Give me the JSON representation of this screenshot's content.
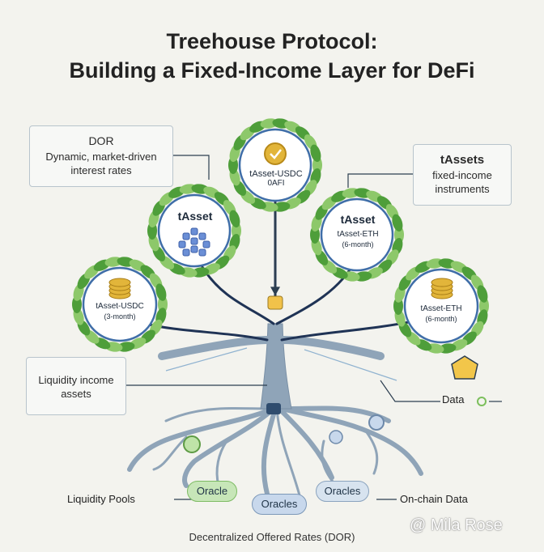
{
  "title": {
    "line1": "Treehouse Protocol:",
    "line2": "Building a Fixed-Income Layer for DeFi"
  },
  "callouts": {
    "dor": {
      "heading": "DOR",
      "body": "Dynamic, market-driven interest rates"
    },
    "tassets": {
      "heading": "tAssets",
      "body": "fixed-income instruments"
    },
    "liquidity_income": "Liquidity income assets"
  },
  "nodes": {
    "top": {
      "line1": "tAsset-USDC",
      "line2": "0AFI",
      "icon": "gold-coin-check-icon"
    },
    "left_upper": {
      "heading": "tAsset",
      "icon": "blockchain-network-icon"
    },
    "right_upper": {
      "heading": "tAsset",
      "line1": "tAsset-ETH",
      "line2": "(6-month)"
    },
    "left_lower": {
      "line1": "tAsset-USDC",
      "line2": "(3-month)",
      "icon": "coin-stack-icon"
    },
    "right_lower": {
      "line1": "tAsset-ETH",
      "line2": "(6-month)",
      "icon": "coin-stack-icon"
    }
  },
  "roots": {
    "oracle": "Oracle",
    "oracles_center": "Oracles",
    "oracles_right": "Oracles",
    "liquidity_pools": "Liquidity Pools",
    "onchain_data": "On-chain Data",
    "data": "Data"
  },
  "footer": "Decentralized Offered Rates (DOR)",
  "watermark": "@ Mila Rose",
  "colors": {
    "leaf_green": "#4e9e3a",
    "leaf_light": "#8dc86a",
    "trunk_blue": "#8fa4b8",
    "branch_navy": "#1f3355",
    "oracle_green": "#c7e6b8",
    "oracle_blue": "#c8d8ec",
    "coin_gold": "#e2b53a"
  }
}
